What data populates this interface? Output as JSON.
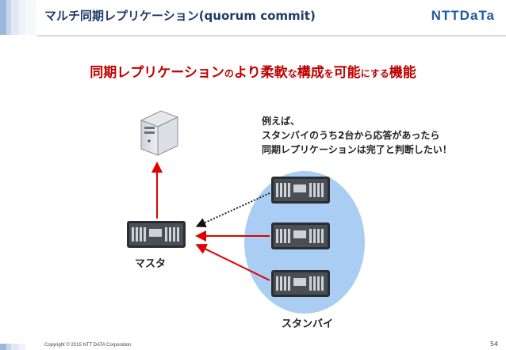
{
  "slide": {
    "title": "マルチ同期レプリケーション(quorum commit)",
    "logo_text": "NTTDaTa",
    "headline": {
      "part1": "同期レプリケーション",
      "part2": "の",
      "part3": "より柔軟",
      "part4": "な",
      "part5": "構成",
      "part6": "を",
      "part7": "可能",
      "part8": "にする",
      "part9": "機能"
    },
    "note_lines": [
      "例えば、",
      "スタンバイのうち2台から応答があったら",
      "同期レプリケーションは完了と判断したい！"
    ],
    "master_label": "マスタ",
    "standby_label": "スタンバイ",
    "copyright": "Copyright © 2015 NTT DATA Corporation",
    "page_number": "54"
  },
  "colors": {
    "title": "#1f3a68",
    "headline_red": "#c00000",
    "arrow_red": "#e00000",
    "standby_ellipse": "#a9cdf3",
    "logo_blue": "#1f5aa6"
  },
  "icons": {
    "client": "server-tower-icon",
    "master": "rack-server-icon",
    "standby": "rack-server-icon"
  }
}
